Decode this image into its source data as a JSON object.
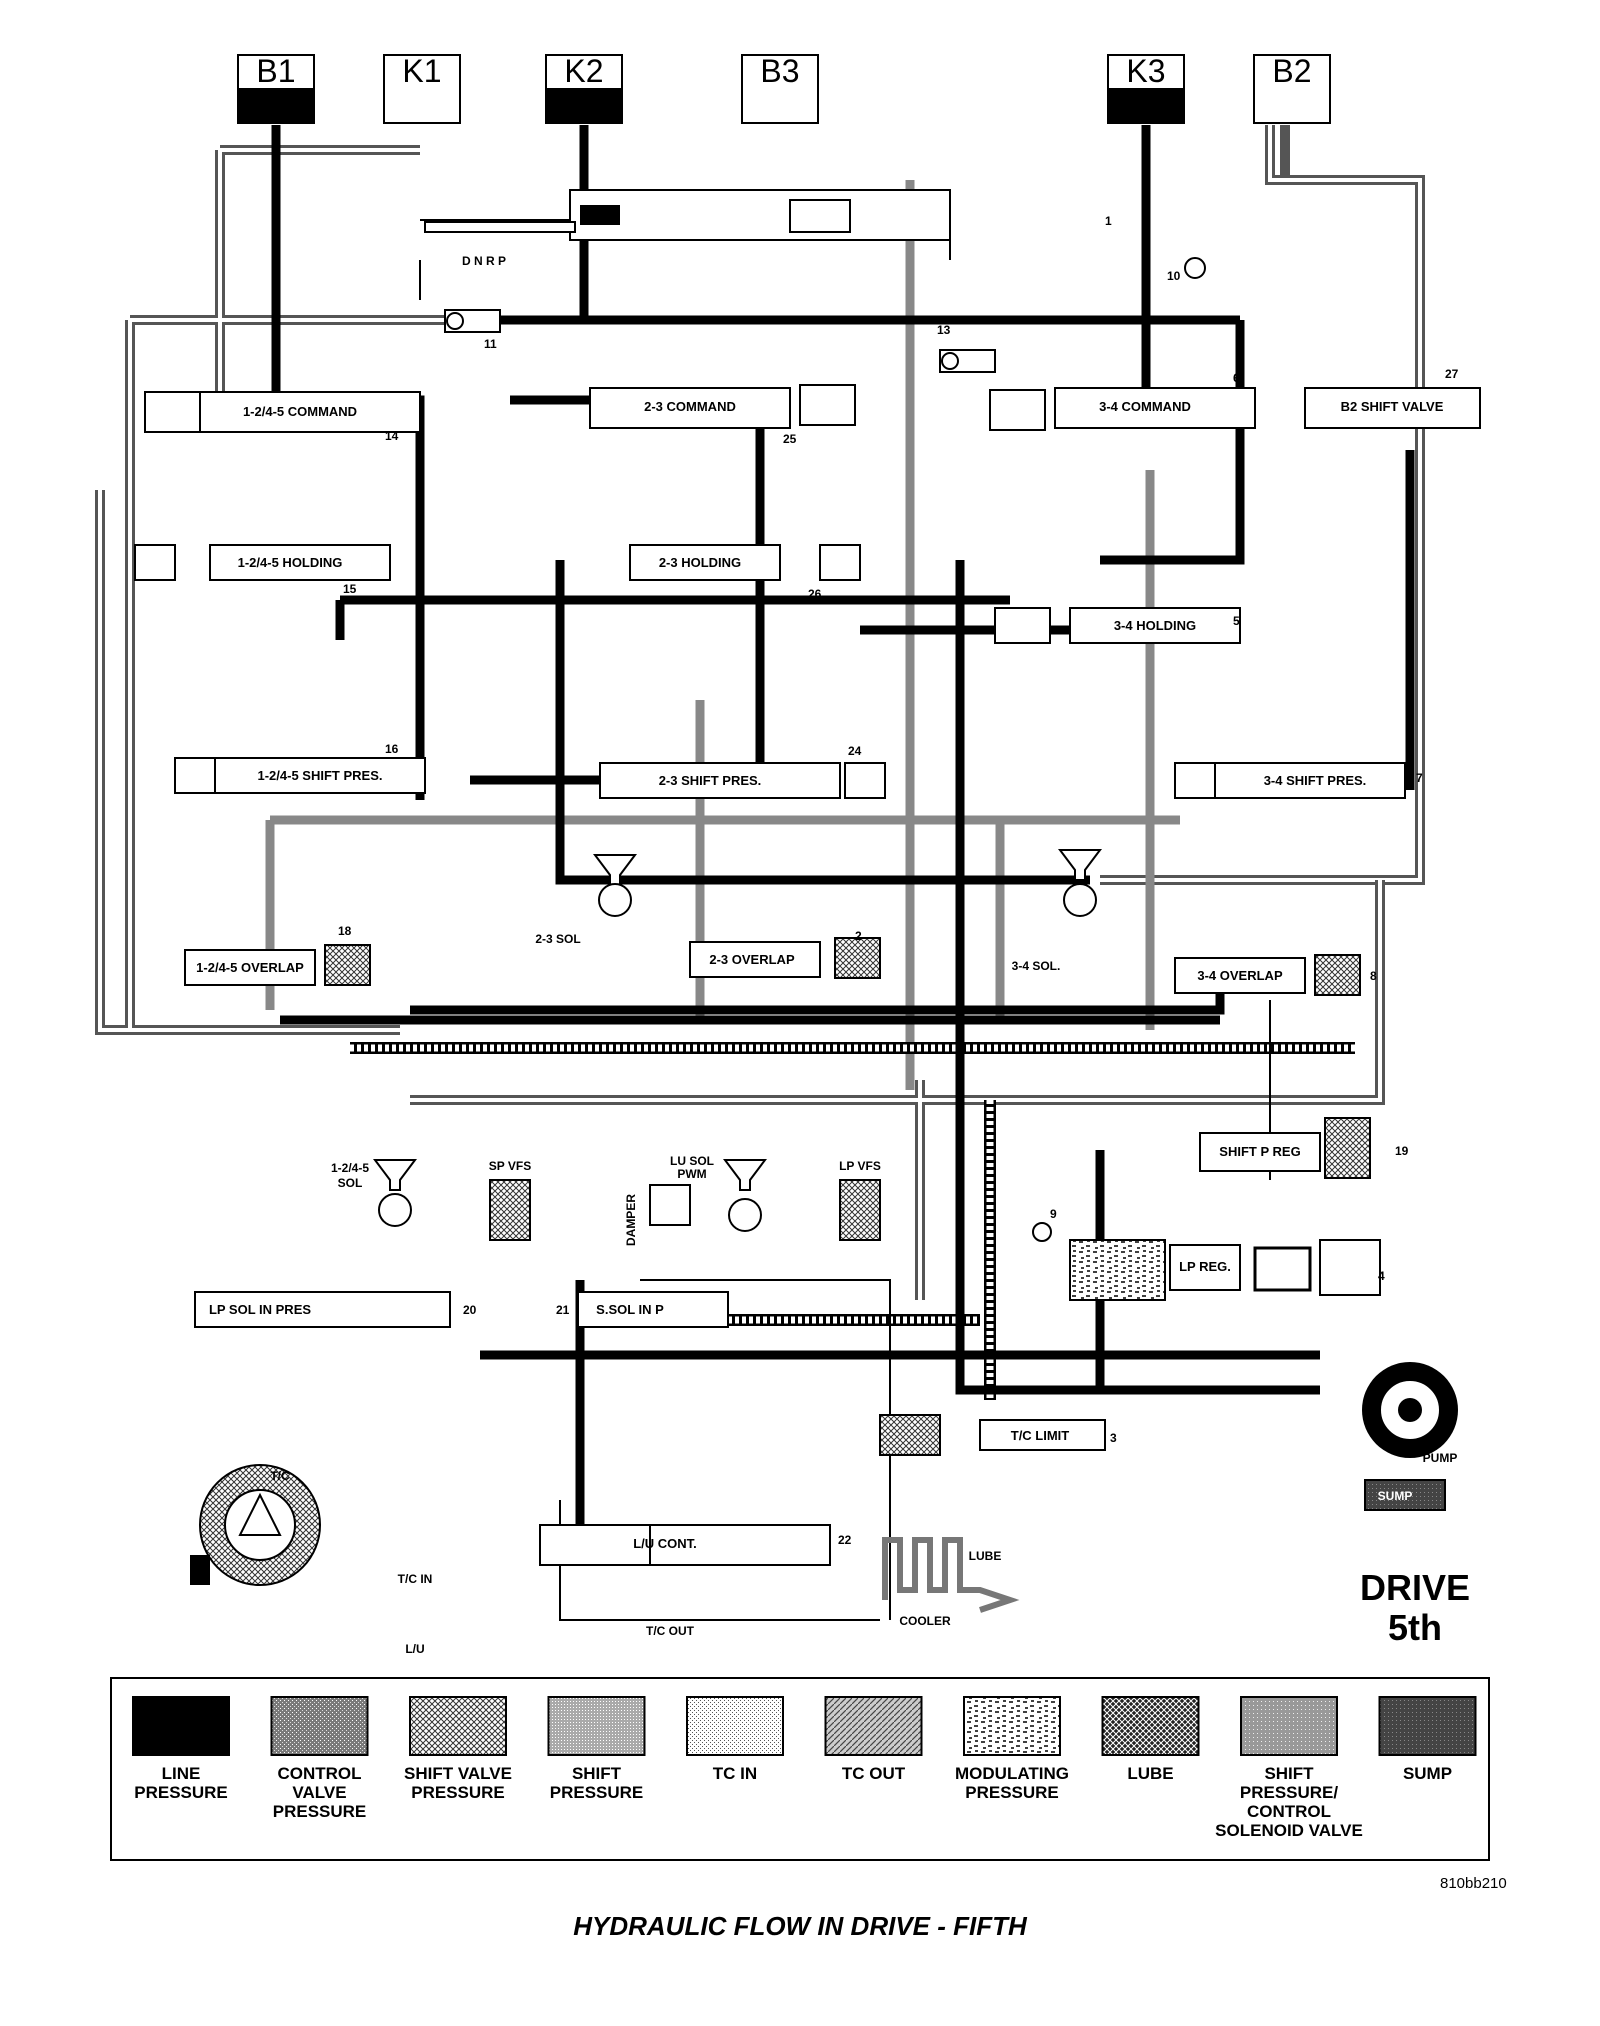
{
  "clutches": [
    {
      "label": "B1",
      "pressure": "line"
    },
    {
      "label": "K1",
      "pressure": "none"
    },
    {
      "label": "K2",
      "pressure": "line"
    },
    {
      "label": "B3",
      "pressure": "none"
    },
    {
      "label": "K3",
      "pressure": "line"
    },
    {
      "label": "B2",
      "pressure": "none"
    }
  ],
  "manual_valve": {
    "positions": "D N R P",
    "number": "1"
  },
  "valves": {
    "cmd_1245": "1-2/4-5 COMMAND",
    "cmd_23": "2-3 COMMAND",
    "cmd_34": "3-4 COMMAND",
    "b2_shift": "B2 SHIFT VALVE",
    "hold_1245": "1-2/4-5 HOLDING",
    "hold_23": "2-3 HOLDING",
    "hold_34": "3-4 HOLDING",
    "shp_1245": "1-2/4-5 SHIFT PRES.",
    "shp_23": "2-3 SHIFT PRES.",
    "shp_34": "3-4 SHIFT PRES.",
    "ovl_1245": "1-2/4-5 OVERLAP",
    "ovl_23": "2-3 OVERLAP",
    "ovl_34": "3-4 OVERLAP",
    "shift_p_reg": "SHIFT P REG",
    "lp_reg": "LP REG.",
    "lp_sol_in": "LP SOL IN PRES",
    "s_sol_in": "S.SOL IN P",
    "tc_limit": "T/C LIMIT",
    "lu_cont": "L/U CONT."
  },
  "solenoids": {
    "sol_23": "2-3 SOL",
    "sol_34": "3-4 SOL.",
    "sol_1245_a": "1-2/4-5",
    "sol_1245_b": "SOL",
    "sp_vfs": "SP VFS",
    "lu_sol_a": "LU SOL",
    "lu_sol_b": "PWM",
    "damper": "DAMPER",
    "lp_vfs": "LP VFS"
  },
  "numbers": {
    "n1": "1",
    "n2": "2",
    "n3": "3",
    "n4": "4",
    "n5": "5",
    "n6": "6",
    "n7": "7",
    "n8": "8",
    "n9": "9",
    "n10": "10",
    "n11": "11",
    "n13": "13",
    "n14": "14",
    "n15": "15",
    "n16": "16",
    "n18": "18",
    "n19": "19",
    "n20": "20",
    "n21": "21",
    "n22": "22",
    "n24": "24",
    "n25": "25",
    "n26": "26",
    "n27": "27"
  },
  "converter": {
    "tc": "T/C",
    "tc_in": "T/C IN",
    "tc_out": "T/C OUT",
    "lu": "L/U",
    "cooler": "COOLER",
    "lube": "LUBE",
    "pump": "PUMP",
    "sump": "SUMP"
  },
  "legend": [
    {
      "lines": [
        "LINE",
        "PRESSURE"
      ],
      "pattern": "line"
    },
    {
      "lines": [
        "CONTROL",
        "VALVE",
        "PRESSURE"
      ],
      "pattern": "control"
    },
    {
      "lines": [
        "SHIFT VALVE",
        "PRESSURE"
      ],
      "pattern": "shiftvalve"
    },
    {
      "lines": [
        "SHIFT",
        "PRESSURE"
      ],
      "pattern": "shift"
    },
    {
      "lines": [
        "TC IN"
      ],
      "pattern": "tcin"
    },
    {
      "lines": [
        "TC OUT"
      ],
      "pattern": "tcout"
    },
    {
      "lines": [
        "MODULATING",
        "PRESSURE"
      ],
      "pattern": "mod"
    },
    {
      "lines": [
        "LUBE"
      ],
      "pattern": "lube"
    },
    {
      "lines": [
        "SHIFT",
        "PRESSURE/",
        "CONTROL",
        "SOLENOID VALVE"
      ],
      "pattern": "shiftsol"
    },
    {
      "lines": [
        "SUMP"
      ],
      "pattern": "sump"
    }
  ],
  "gear": {
    "line1": "DRIVE",
    "line2": "5th"
  },
  "reference": "810bb210",
  "caption": "HYDRAULIC FLOW IN DRIVE - FIFTH"
}
